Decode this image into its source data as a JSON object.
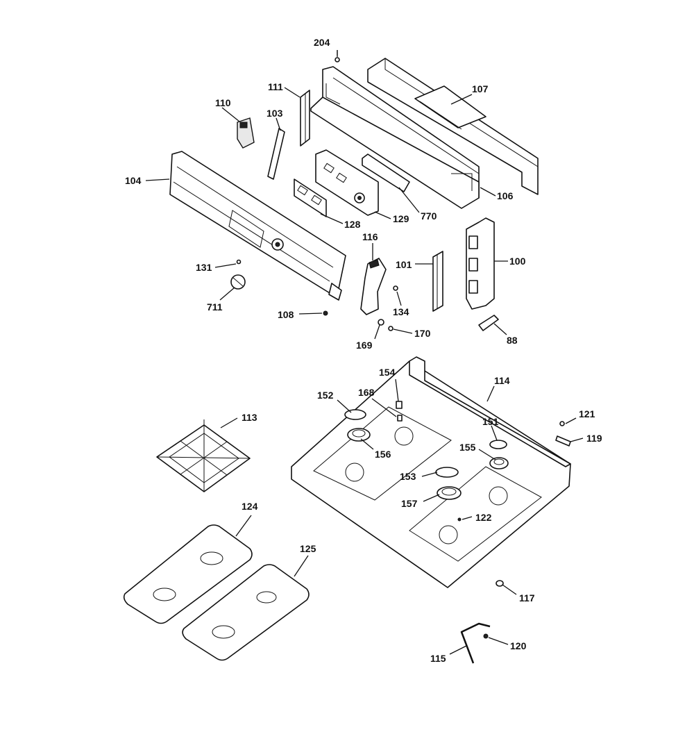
{
  "diagram": {
    "callouts": [
      {
        "id": "c204",
        "label": "204"
      },
      {
        "id": "c107",
        "label": "107"
      },
      {
        "id": "c111",
        "label": "111"
      },
      {
        "id": "c110",
        "label": "110"
      },
      {
        "id": "c103",
        "label": "103"
      },
      {
        "id": "c104",
        "label": "104"
      },
      {
        "id": "c106",
        "label": "106"
      },
      {
        "id": "c770",
        "label": "770"
      },
      {
        "id": "c129",
        "label": "129"
      },
      {
        "id": "c128",
        "label": "128"
      },
      {
        "id": "c116",
        "label": "116"
      },
      {
        "id": "c101",
        "label": "101"
      },
      {
        "id": "c100",
        "label": "100"
      },
      {
        "id": "c131",
        "label": "131"
      },
      {
        "id": "c711",
        "label": "711"
      },
      {
        "id": "c134",
        "label": "134"
      },
      {
        "id": "c108",
        "label": "108"
      },
      {
        "id": "c169",
        "label": "169"
      },
      {
        "id": "c170",
        "label": "170"
      },
      {
        "id": "c88",
        "label": "88"
      },
      {
        "id": "c154",
        "label": "154"
      },
      {
        "id": "c114",
        "label": "114"
      },
      {
        "id": "c152",
        "label": "152"
      },
      {
        "id": "c168",
        "label": "168"
      },
      {
        "id": "c113",
        "label": "113"
      },
      {
        "id": "c121",
        "label": "121"
      },
      {
        "id": "c119",
        "label": "119"
      },
      {
        "id": "c151",
        "label": "151"
      },
      {
        "id": "c156",
        "label": "156"
      },
      {
        "id": "c155",
        "label": "155"
      },
      {
        "id": "c153",
        "label": "153"
      },
      {
        "id": "c157",
        "label": "157"
      },
      {
        "id": "c122",
        "label": "122"
      },
      {
        "id": "c124",
        "label": "124"
      },
      {
        "id": "c125",
        "label": "125"
      },
      {
        "id": "c117",
        "label": "117"
      },
      {
        "id": "c120",
        "label": "120"
      },
      {
        "id": "c115",
        "label": "115"
      }
    ]
  }
}
